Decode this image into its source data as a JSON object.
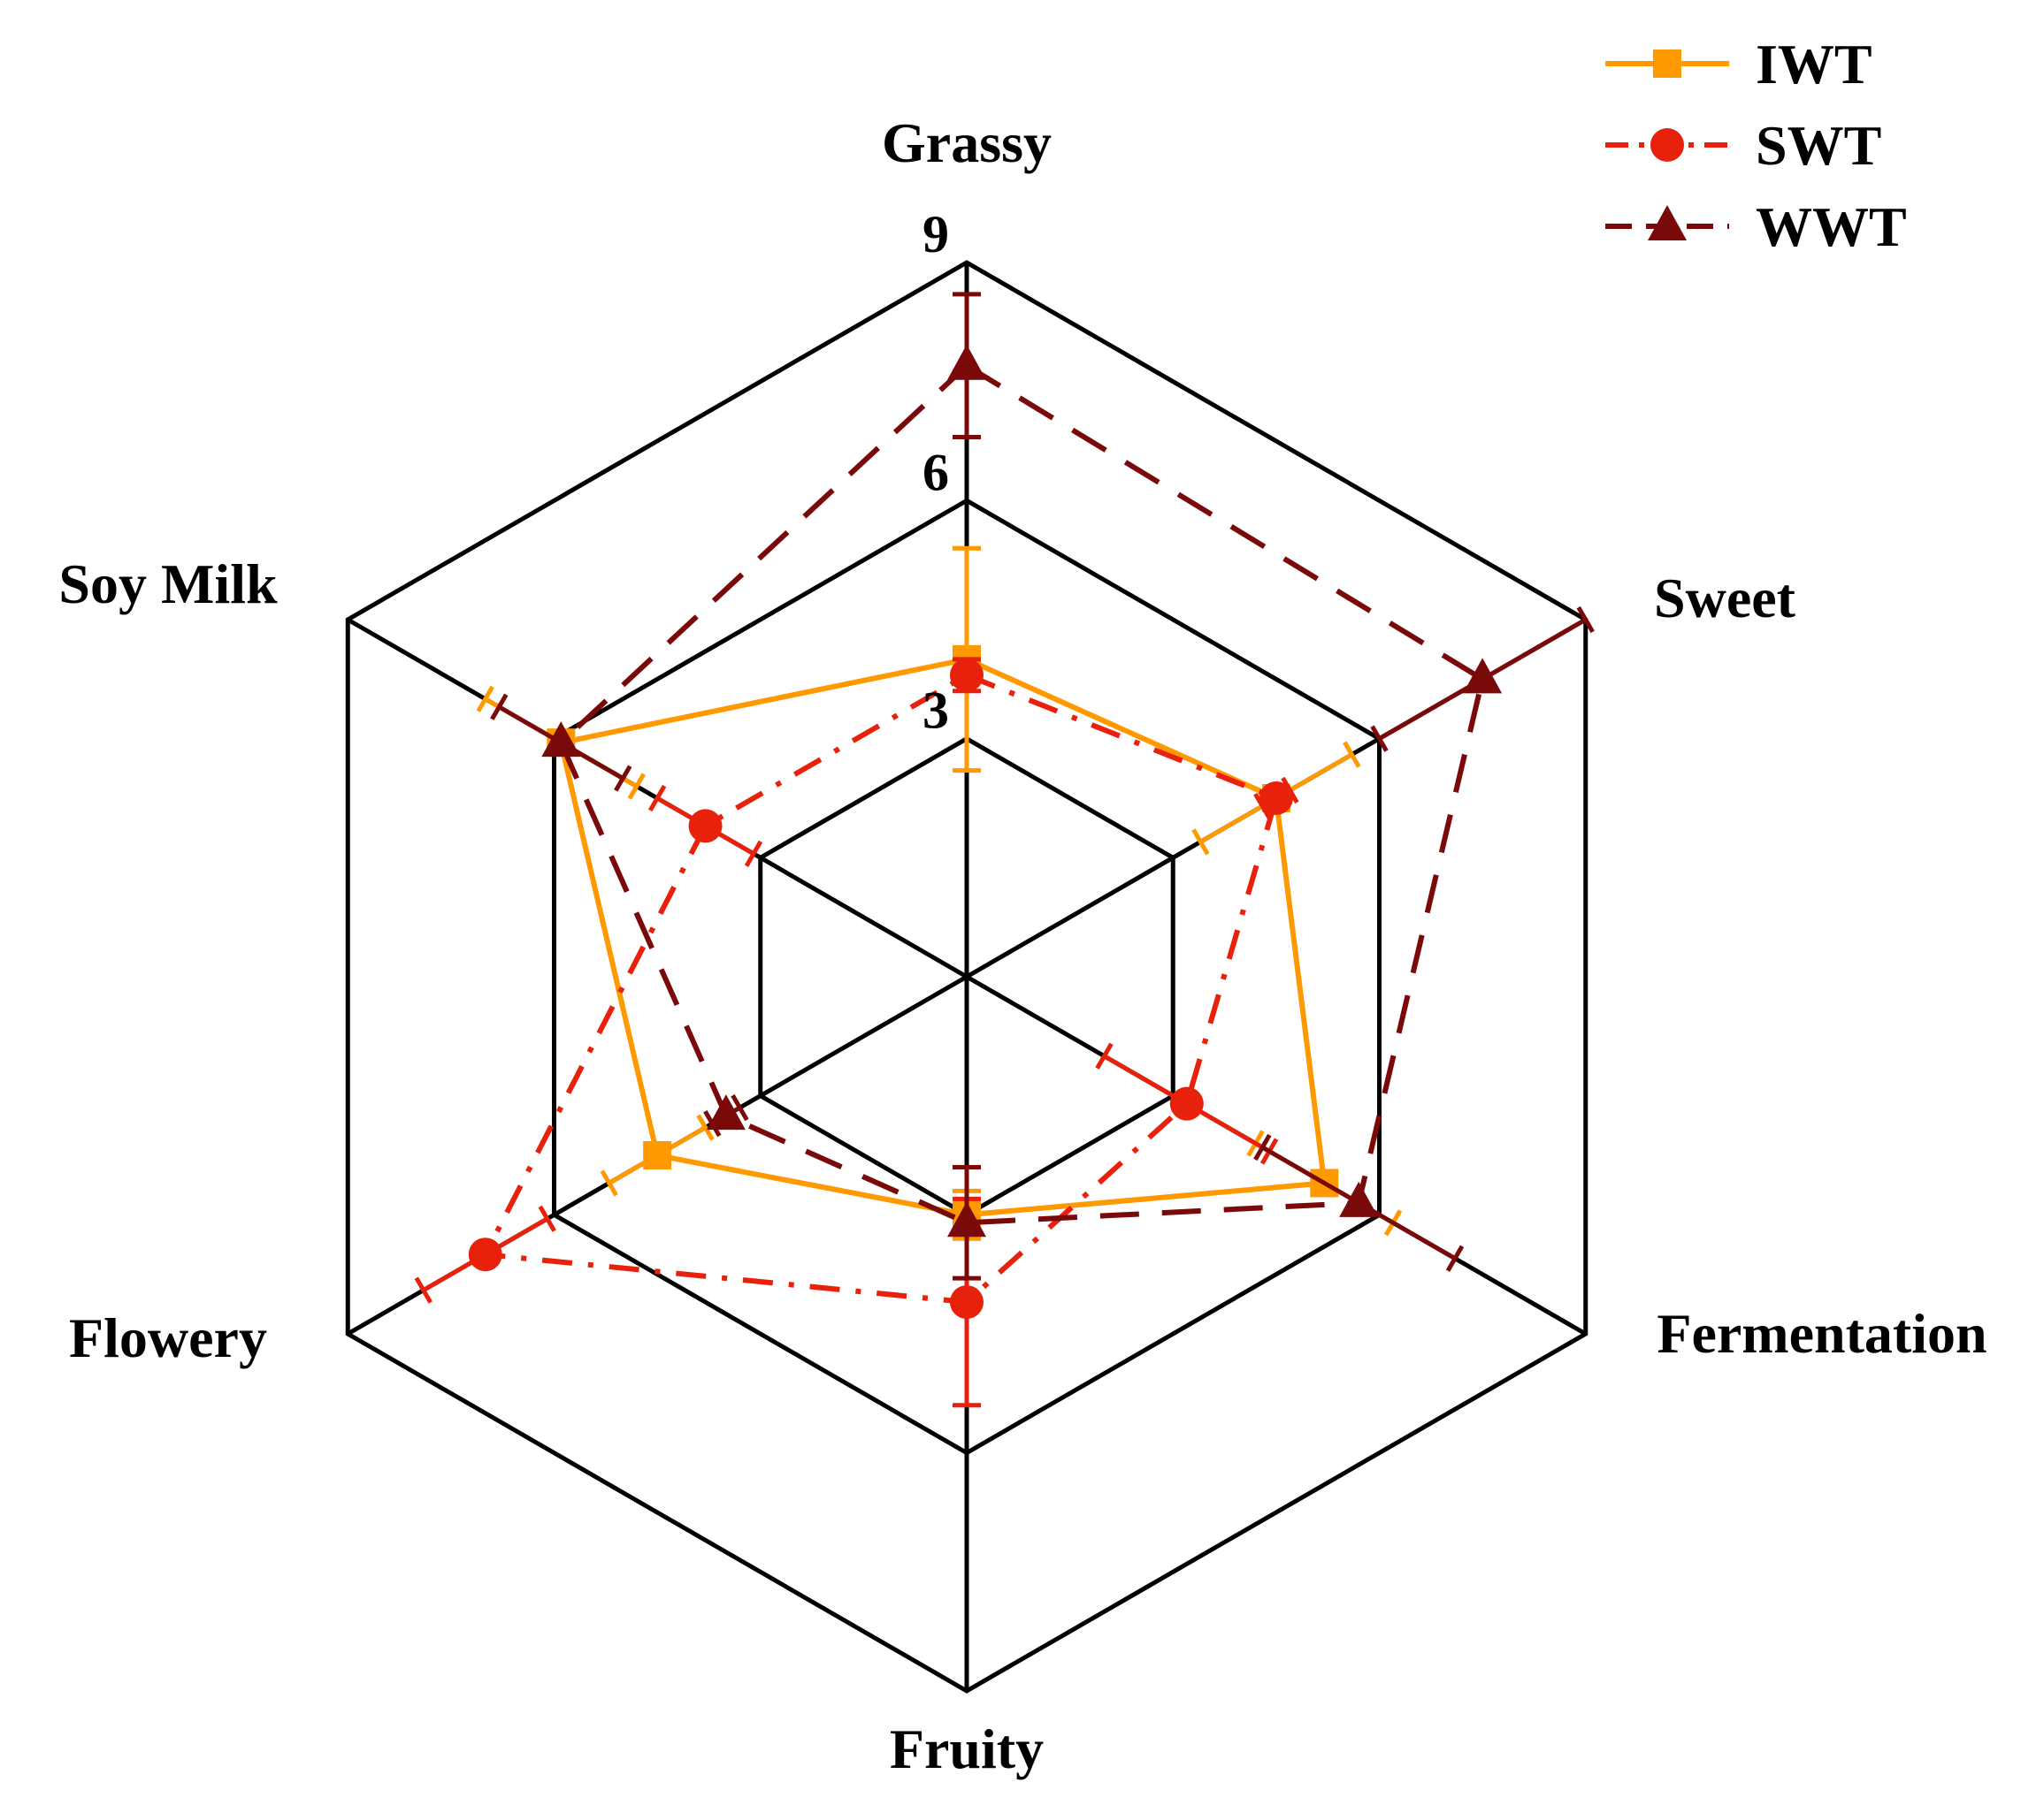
{
  "chart_data": {
    "type": "radar",
    "axes": [
      "Grassy",
      "Sweet",
      "Fermentation",
      "Fruity",
      "Flowery",
      "Soy Milk"
    ],
    "rmax": 9,
    "rings": [
      3,
      6,
      9
    ],
    "tick_labels": [
      "3",
      "6",
      "9"
    ],
    "grid": true,
    "legend_position": "top-right",
    "series": [
      {
        "name": "IWT",
        "color": "#ff9900",
        "marker": "square",
        "line_style": "solid",
        "values": [
          4.0,
          4.5,
          5.2,
          3.0,
          4.5,
          5.9
        ],
        "errors": [
          1.4,
          1.1,
          1.0,
          0.3,
          0.7,
          1.1
        ]
      },
      {
        "name": "SWT",
        "color": "#e8210c",
        "marker": "circle",
        "line_style": "dashdot",
        "values": [
          3.8,
          4.5,
          3.2,
          4.1,
          7.0,
          3.8
        ],
        "errors": [
          0.2,
          0.2,
          1.2,
          1.3,
          0.9,
          0.7
        ]
      },
      {
        "name": "WWT",
        "color": "#7a0a0a",
        "marker": "triangle",
        "line_style": "dashed",
        "values": [
          7.7,
          7.5,
          5.7,
          3.1,
          3.5,
          5.9
        ],
        "errors": [
          0.9,
          1.5,
          1.4,
          0.7,
          0.2,
          0.9
        ]
      }
    ]
  }
}
